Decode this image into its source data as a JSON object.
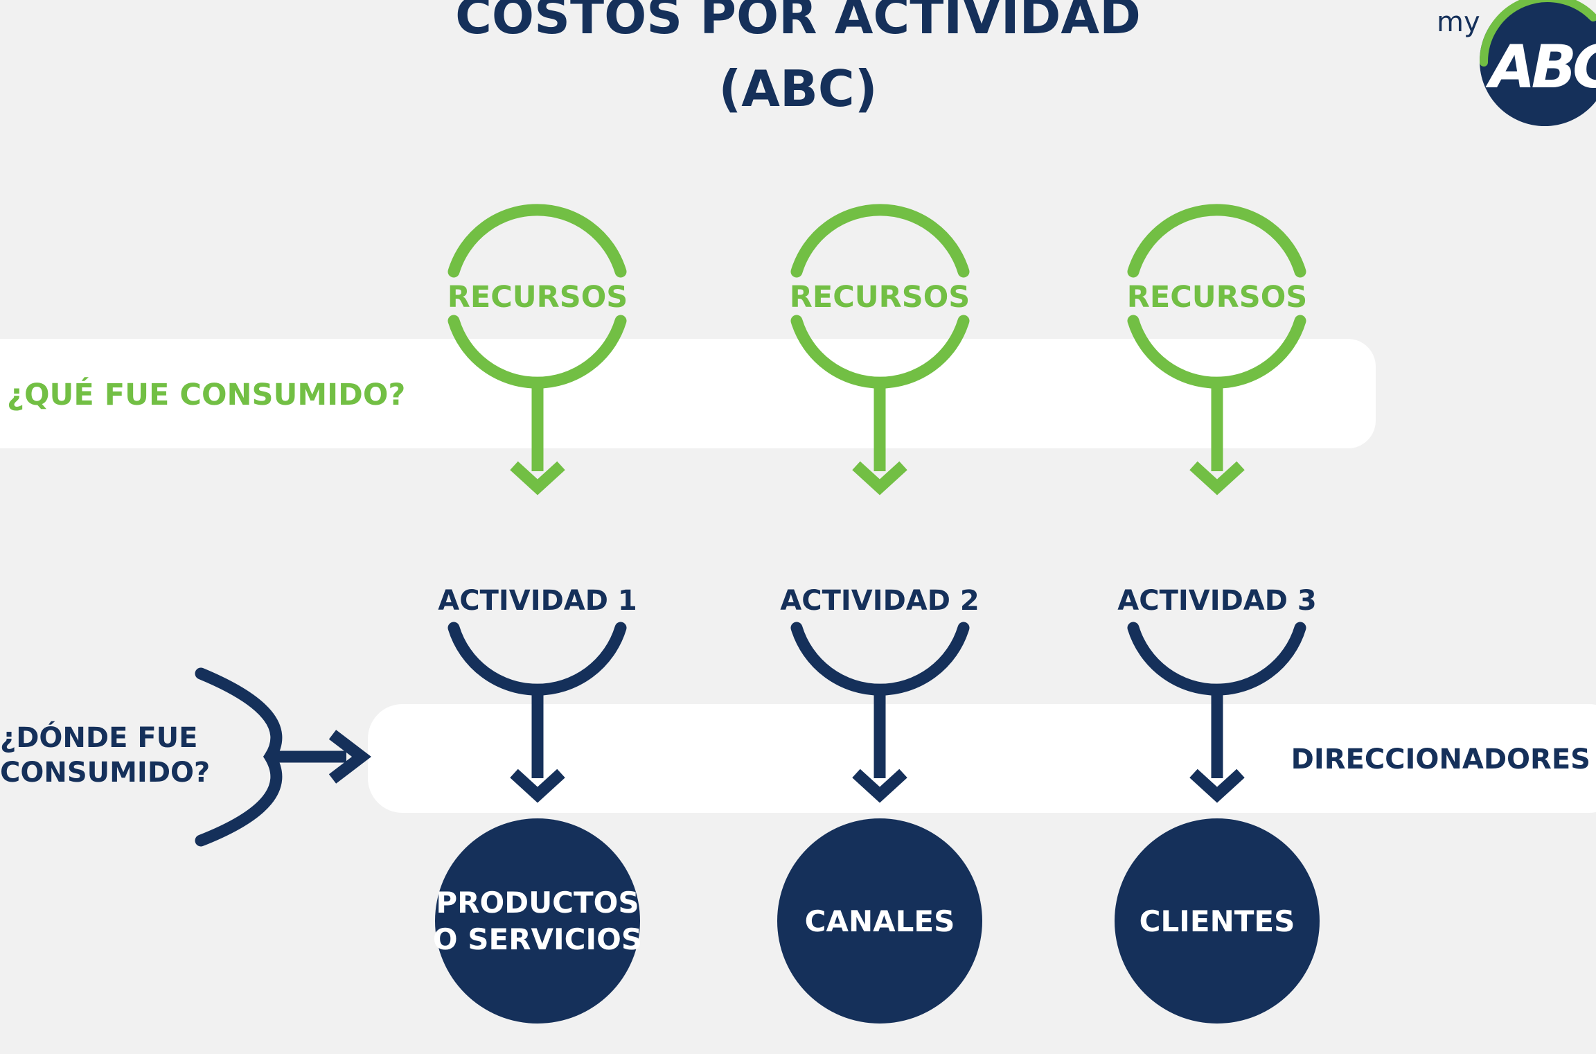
{
  "title": {
    "line1": "COSTOS POR ACTIVIDAD",
    "line2": "(ABC)"
  },
  "logo": {
    "prefix": "my",
    "wordmark": "ABCM"
  },
  "questions": {
    "consumed_what": "¿QUÉ FUE CONSUMIDO?",
    "consumed_where": {
      "line1": "¿DÓNDE FUE",
      "line2": "CONSUMIDO?"
    }
  },
  "resources": [
    "RECURSOS",
    "RECURSOS",
    "RECURSOS"
  ],
  "activities": [
    "ACTIVIDAD 1",
    "ACTIVIDAD 2",
    "ACTIVIDAD 3"
  ],
  "drivers_label": "DIRECCIONADORES",
  "cost_objects": [
    {
      "line1": "PRODUCTOS",
      "line2": "O SERVICIOS"
    },
    {
      "line1": "CANALES",
      "line2": ""
    },
    {
      "line1": "CLIENTES",
      "line2": ""
    }
  ],
  "colors": {
    "background": "#f1f1f1",
    "band": "#ffffff",
    "navy": "#15305a",
    "green": "#72bf44"
  }
}
